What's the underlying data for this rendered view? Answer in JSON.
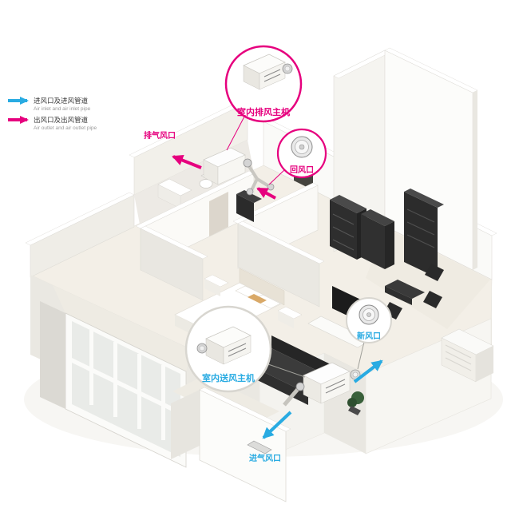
{
  "legend": {
    "items": [
      {
        "zh": "进风口及进风管道",
        "en": "Air inlet and air inlet pipe"
      },
      {
        "zh": "出风口及出风管道",
        "en": "Air outlet and air outlet pipe"
      }
    ]
  },
  "callouts": {
    "exhaust_unit": "室内排风主机",
    "return_vent": "回风口",
    "supply_unit": "室内送风主机",
    "fresh_vent": "新风口"
  },
  "labels": {
    "exhaust_vent": "排气风口",
    "intake_vent": "进气风口"
  },
  "colors": {
    "inlet_blue": "#29abe2",
    "outlet_magenta": "#e6007e"
  }
}
